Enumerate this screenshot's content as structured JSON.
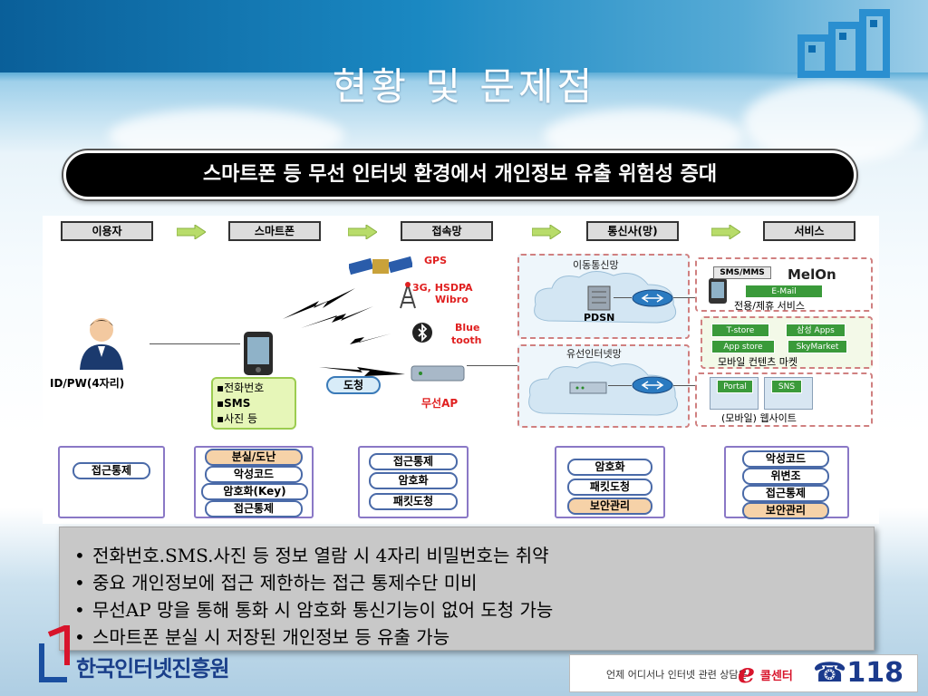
{
  "slide": {
    "title": "현황 및 문제점",
    "banner": "스마트폰 등 무선 인터넷 환경에서 개인정보 유출 위험성 증대"
  },
  "flow": [
    {
      "label": "이용자"
    },
    {
      "label": "스마트폰"
    },
    {
      "label": "접속망"
    },
    {
      "label": "통신사(망)"
    },
    {
      "label": "서비스"
    }
  ],
  "diagram": {
    "user_label": "ID/PW(4자리)",
    "phone_items": [
      "▪전화번호",
      "▪SMS",
      "▪사진 등"
    ],
    "gps_label": "GPS",
    "network_label_1": "3G, HSDPA",
    "network_label_2": "Wibro",
    "bluetooth_label_1": "Blue",
    "bluetooth_label_2": "tooth",
    "sniff_label": "도청",
    "ap_label": "무선AP",
    "mobile_net_label": "이동통신망",
    "pdsn_label": "PDSN",
    "wired_net_label": "유선인터넷망",
    "svc_sms": "SMS/MMS",
    "svc_melon": "MelOn",
    "svc_email": "E-Mail",
    "svc_dedicated": "전용/제휴 서비스",
    "market_btns": [
      "T-store",
      "삼성 Apps",
      "App store",
      "SkyMarket"
    ],
    "market_label": "모바일 컨텐츠 마켓",
    "web_btns": [
      "Portal",
      "SNS"
    ],
    "web_label": "(모바일) 웹사이트"
  },
  "controls": [
    {
      "items": [
        {
          "text": "접근통제",
          "orange": false
        }
      ]
    },
    {
      "items": [
        {
          "text": "분실/도난",
          "orange": true
        },
        {
          "text": "악성코드",
          "orange": false
        },
        {
          "text": "암호화(Key)",
          "orange": false
        },
        {
          "text": "접근통제",
          "orange": false
        }
      ]
    },
    {
      "items": [
        {
          "text": "접근통제",
          "orange": false
        },
        {
          "text": "암호화",
          "orange": false
        },
        {
          "text": "패킷도청",
          "orange": false
        }
      ]
    },
    {
      "items": [
        {
          "text": "암호화",
          "orange": false
        },
        {
          "text": "패킷도청",
          "orange": false
        },
        {
          "text": "보안관리",
          "orange": true
        }
      ]
    },
    {
      "items": [
        {
          "text": "악성코드",
          "orange": false
        },
        {
          "text": "위변조",
          "orange": false
        },
        {
          "text": "접근통제",
          "orange": false
        },
        {
          "text": "보안관리",
          "orange": true
        }
      ]
    }
  ],
  "bullets": [
    "전화번호.SMS.사진 등 정보 열람 시 4자리 비밀번호는 취약",
    "중요 개인정보에 접근 제한하는 접근 통제수단 미비",
    "무선AP 망을 통해 통화 시 암호화 통신기능이 없어 도청 가능",
    "스마트폰 분실 시 저장된 개인정보 등 유출 가능"
  ],
  "footer": {
    "org_name": "한국인터넷진흥원",
    "call_text": "언제 어디서나 인터넷 관련 상담은",
    "call_e": "e",
    "call_center": "콜센터",
    "call_number": "☎118"
  },
  "colors": {
    "accent_red": "#d8142b",
    "accent_blue": "#1b3a8c",
    "pill_border": "#4a6aa8",
    "pill_orange": "#f6d2a8",
    "dashed_border": "#d08080"
  }
}
